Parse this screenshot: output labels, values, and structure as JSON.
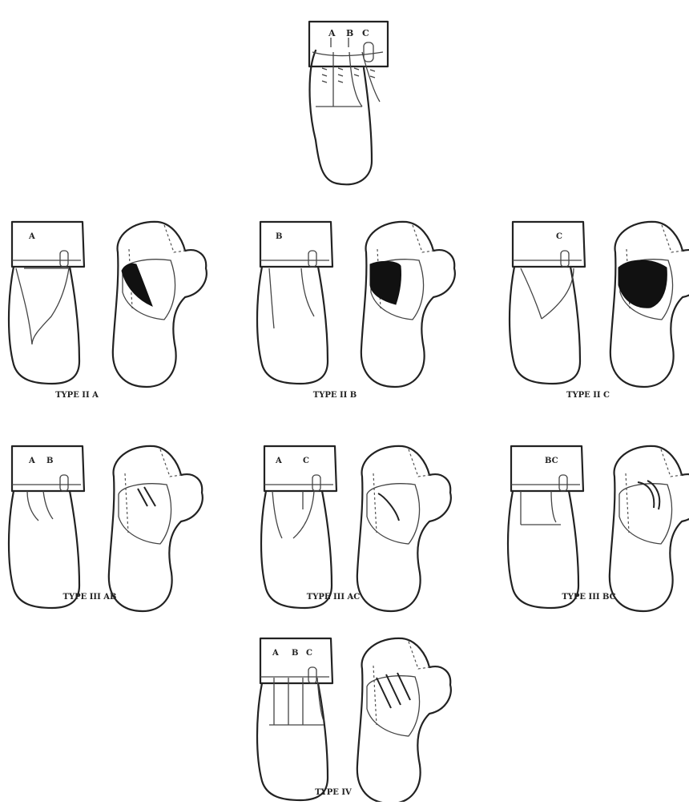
{
  "figure": {
    "top_labels": [
      "A",
      "B",
      "C"
    ],
    "panels": [
      {
        "id": "type-ii-a",
        "caption": "TYPE II A",
        "letters": [
          "A"
        ],
        "pattern": "fill"
      },
      {
        "id": "type-ii-b",
        "caption": "TYPE II B",
        "letters": [
          "B"
        ],
        "pattern": "fill"
      },
      {
        "id": "type-ii-c",
        "caption": "TYPE II C",
        "letters": [
          "C"
        ],
        "pattern": "fill"
      },
      {
        "id": "type-iii-ab",
        "caption": "TYPE III AB",
        "letters": [
          "A",
          "B"
        ],
        "pattern": "hatch"
      },
      {
        "id": "type-iii-ac",
        "caption": "TYPE III AC",
        "letters": [
          "A",
          "C"
        ],
        "pattern": "hatch"
      },
      {
        "id": "type-iii-bc",
        "caption": "TYPE III BC",
        "letters": [
          "BC"
        ],
        "pattern": "hatch"
      },
      {
        "id": "type-iv",
        "caption": "TYPE IV",
        "letters": [
          "A",
          "B",
          "C"
        ],
        "pattern": "hatch"
      }
    ]
  }
}
